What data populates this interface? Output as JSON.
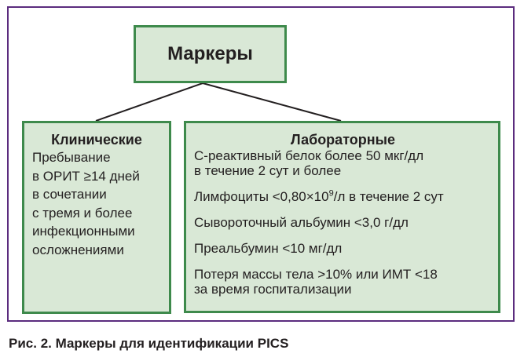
{
  "diagram": {
    "root": {
      "label": "Маркеры"
    },
    "clinical": {
      "title": "Клинические",
      "lines": [
        "Пребывание",
        "в ОРИТ ≥14 дней",
        "в сочетании",
        "с тремя и более",
        "инфекционными",
        "осложнениями"
      ]
    },
    "laboratory": {
      "title": "Лабораторные",
      "items": [
        {
          "line1": "С-реактивный белок более 50 мкг/дл",
          "line2": "в течение 2 сут и более"
        },
        {
          "pre": "Лимфоциты <0,80×10",
          "sup": "9",
          "post": "/л в течение 2 сут"
        },
        {
          "line1": "Сывороточный альбумин <3,0 г/дл"
        },
        {
          "line1": "Преальбумин <10 мг/дл"
        },
        {
          "line1": "Потеря массы тела >10% или ИМТ <18",
          "line2": "за время госпитализации"
        }
      ]
    }
  },
  "caption": "Рис. 2. Маркеры для идентификации PICS",
  "colors": {
    "frame": "#5b2c7e",
    "box_fill": "#d9e8d6",
    "box_border": "#3e8a4c",
    "connector": "#231f20"
  }
}
